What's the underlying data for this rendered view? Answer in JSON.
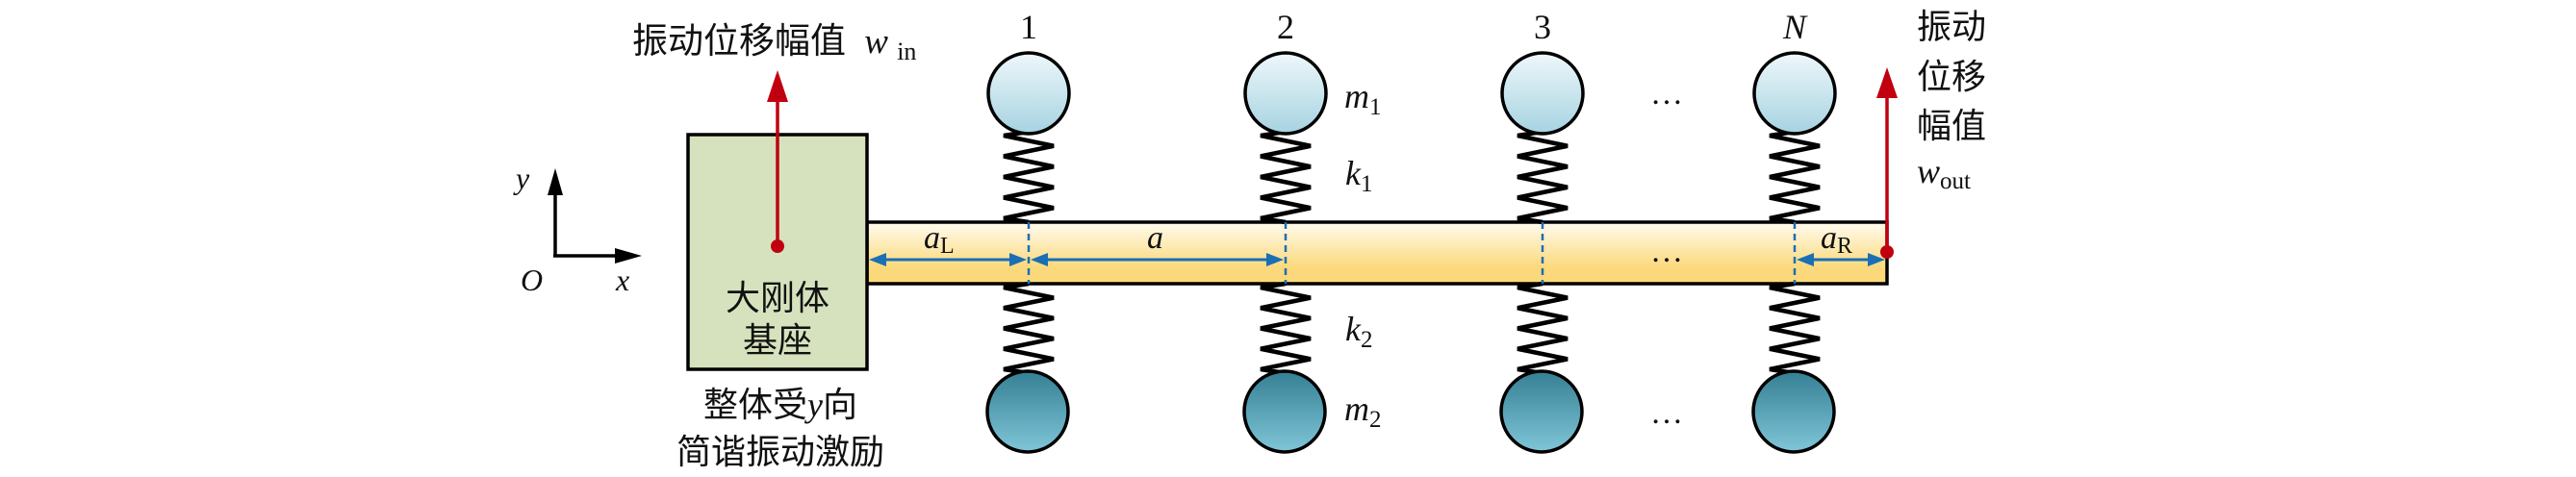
{
  "diagram": {
    "title": "Locally resonant beam with N dual mass-spring resonators on a rigid base",
    "axes": {
      "x_label": "x",
      "y_label": "y",
      "origin_label": "O"
    },
    "base": {
      "label_line1": "大刚体",
      "label_line2": "基座",
      "caption_line1_pre": "整体受",
      "caption_line1_var": "y",
      "caption_line1_post": "向",
      "caption_line2": "简谐振动激励"
    },
    "input": {
      "label_text": "振动位移幅值",
      "var": "w",
      "sub": "in"
    },
    "output": {
      "label_lines": [
        "振动",
        "位移",
        "幅值"
      ],
      "var": "w",
      "sub": "out"
    },
    "resonators": [
      {
        "index_label": "1"
      },
      {
        "index_label": "2"
      },
      {
        "index_label": "3"
      },
      {
        "index_label": "N"
      }
    ],
    "ellipsis": "…",
    "symbols": {
      "m1": {
        "var": "m",
        "sub": "1"
      },
      "m2": {
        "var": "m",
        "sub": "2"
      },
      "k1": {
        "var": "k",
        "sub": "1"
      },
      "k2": {
        "var": "k",
        "sub": "2"
      }
    },
    "dimensions": {
      "aL": {
        "var": "a",
        "sub": "L"
      },
      "a": {
        "var": "a",
        "sub": ""
      },
      "aR": {
        "var": "a",
        "sub": "R"
      }
    },
    "colors": {
      "base_fill": "#d6e2bd",
      "beam_top": "#fffbef",
      "beam_bottom": "#fbd97a",
      "upper_mass_top": "#eef7fb",
      "upper_mass_bottom": "#a6d3e1",
      "lower_mass_top": "#357f94",
      "lower_mass_bottom": "#80c6d8",
      "excitation_arrow": "#c0000f",
      "dimension": "#1a6fb5",
      "stroke": "#000000"
    }
  }
}
